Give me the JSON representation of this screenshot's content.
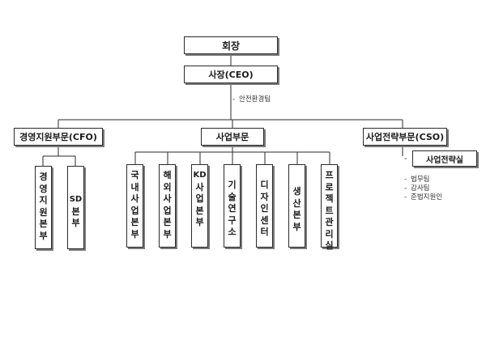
{
  "chairman": "회장",
  "ceo": "사장(CEO)",
  "ceo_staff": [
    "안전환경팀"
  ],
  "divisions": {
    "cfo": "경영지원부문(CFO)",
    "business": "사업부문",
    "cso": "사업전략부문(CSO)"
  },
  "units": [
    "경영지원본부",
    "SD본부",
    "국내사업본부",
    "해외사업본부",
    "KD사업본부",
    "기술연구소",
    "디자인센터",
    "생산본부",
    "프로젝트관리실"
  ],
  "strategy_office": "사업전략실",
  "strategy_teams": [
    "법무팀",
    "감사팀",
    "준법지원인"
  ]
}
